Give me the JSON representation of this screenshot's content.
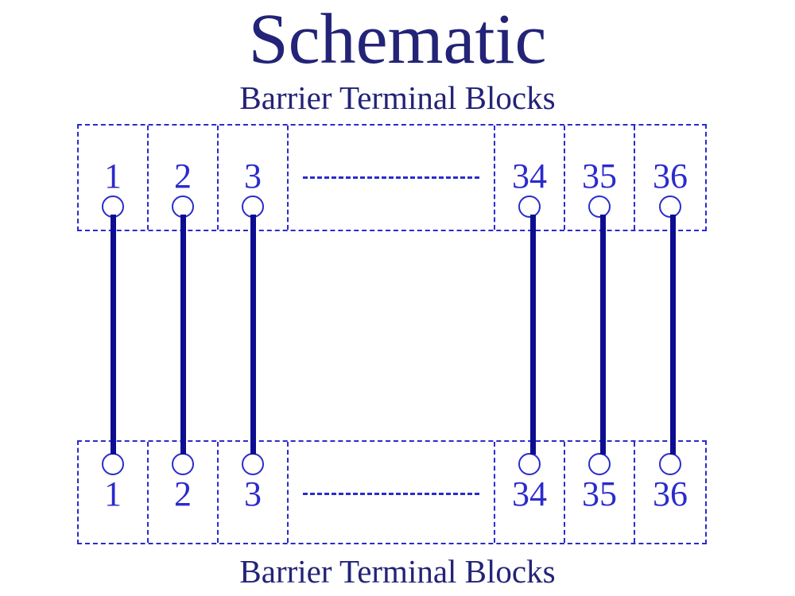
{
  "title": "Schematic",
  "colors": {
    "heading_text": "#232377",
    "block_blue": "#2B2BCD",
    "wire_navy": "#0D0D91",
    "background": "#FFFFFF"
  },
  "top_block": {
    "label": "Barrier Terminal Blocks",
    "terminals": [
      "1",
      "2",
      "3",
      "34",
      "35",
      "36"
    ],
    "continuation_marker": "long-dashed-line"
  },
  "bottom_block": {
    "label": "Barrier Terminal Blocks",
    "terminals": [
      "1",
      "2",
      "3",
      "34",
      "35",
      "36"
    ],
    "continuation_marker": "long-dashed-line"
  },
  "connections": [
    {
      "from": "1",
      "to": "1"
    },
    {
      "from": "2",
      "to": "2"
    },
    {
      "from": "3",
      "to": "3"
    },
    {
      "from": "34",
      "to": "34"
    },
    {
      "from": "35",
      "to": "35"
    },
    {
      "from": "36",
      "to": "36"
    }
  ]
}
